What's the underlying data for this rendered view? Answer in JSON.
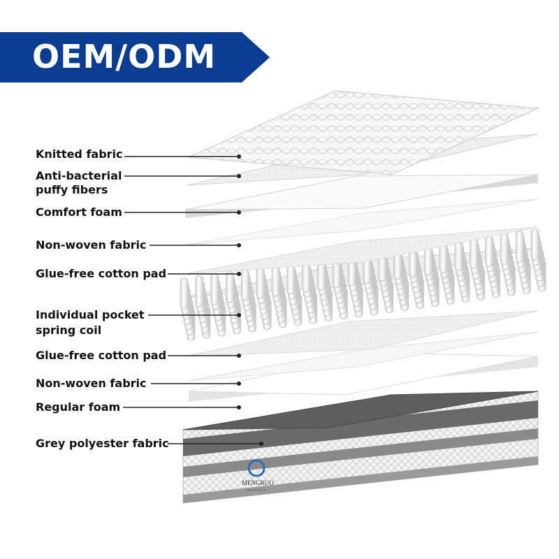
{
  "banner": {
    "title": "OEM/ODM",
    "color": "#0a3d91"
  },
  "layers": [
    {
      "label_lines": [
        "Knitted fabric"
      ]
    },
    {
      "label_lines": [
        "Anti-bacterial",
        "puffy fibers"
      ]
    },
    {
      "label_lines": [
        "Comfort foam"
      ]
    },
    {
      "label_lines": [
        "Non-woven fabric"
      ]
    },
    {
      "label_lines": [
        "Glue-free cotton pad"
      ]
    },
    {
      "label_lines": [
        "Individual pocket",
        "spring coil"
      ]
    },
    {
      "label_lines": [
        "Glue-free cotton pad"
      ]
    },
    {
      "label_lines": [
        "Non-woven fabric"
      ]
    },
    {
      "label_lines": [
        "Regular foam"
      ]
    },
    {
      "label_lines": [
        "Grey polyester fabric"
      ]
    }
  ],
  "brand": {
    "name": "MENGRUO",
    "tagline": "mattress",
    "accent": "#2a6fb5"
  },
  "colors": {
    "fabric_grey": "#5e5e5e",
    "text": "#111111",
    "leader": "#222222"
  }
}
